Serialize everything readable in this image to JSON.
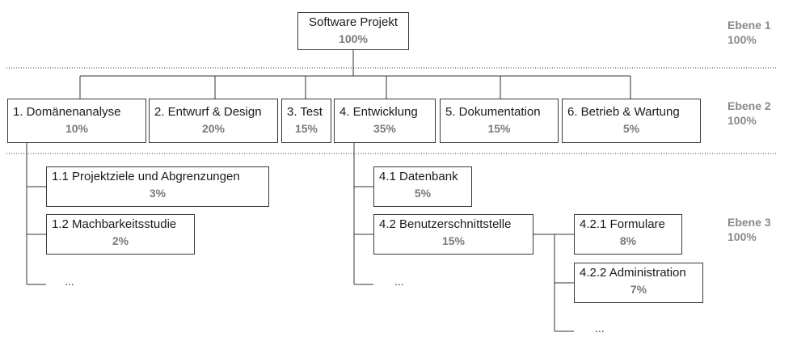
{
  "root": {
    "title": "Software Projekt",
    "percent": "100%"
  },
  "level1": [
    {
      "title": "1. Domänenanalyse",
      "percent": "10%"
    },
    {
      "title": "2. Entwurf & Design",
      "percent": "20%"
    },
    {
      "title": "3. Test",
      "percent": "15%"
    },
    {
      "title": "4. Entwicklung",
      "percent": "35%"
    },
    {
      "title": "5. Dokumentation",
      "percent": "15%"
    },
    {
      "title": "6. Betrieb & Wartung",
      "percent": "5%"
    }
  ],
  "domain_children": [
    {
      "title": "1.1 Projektziele und Abgrenzungen",
      "percent": "3%"
    },
    {
      "title": "1.2 Machbarkeitsstudie",
      "percent": "2%"
    }
  ],
  "dev_children": [
    {
      "title": "4.1 Datenbank",
      "percent": "5%"
    },
    {
      "title": "4.2 Benutzerschnittstelle",
      "percent": "15%"
    }
  ],
  "ui_children": [
    {
      "title": "4.2.1 Formulare",
      "percent": "8%"
    },
    {
      "title": "4.2.2 Administration",
      "percent": "7%"
    }
  ],
  "ellipsis": "...",
  "levels": [
    {
      "name": "Ebene 1",
      "percent": "100%"
    },
    {
      "name": "Ebene 2",
      "percent": "100%"
    },
    {
      "name": "Ebene 3",
      "percent": "100%"
    }
  ]
}
